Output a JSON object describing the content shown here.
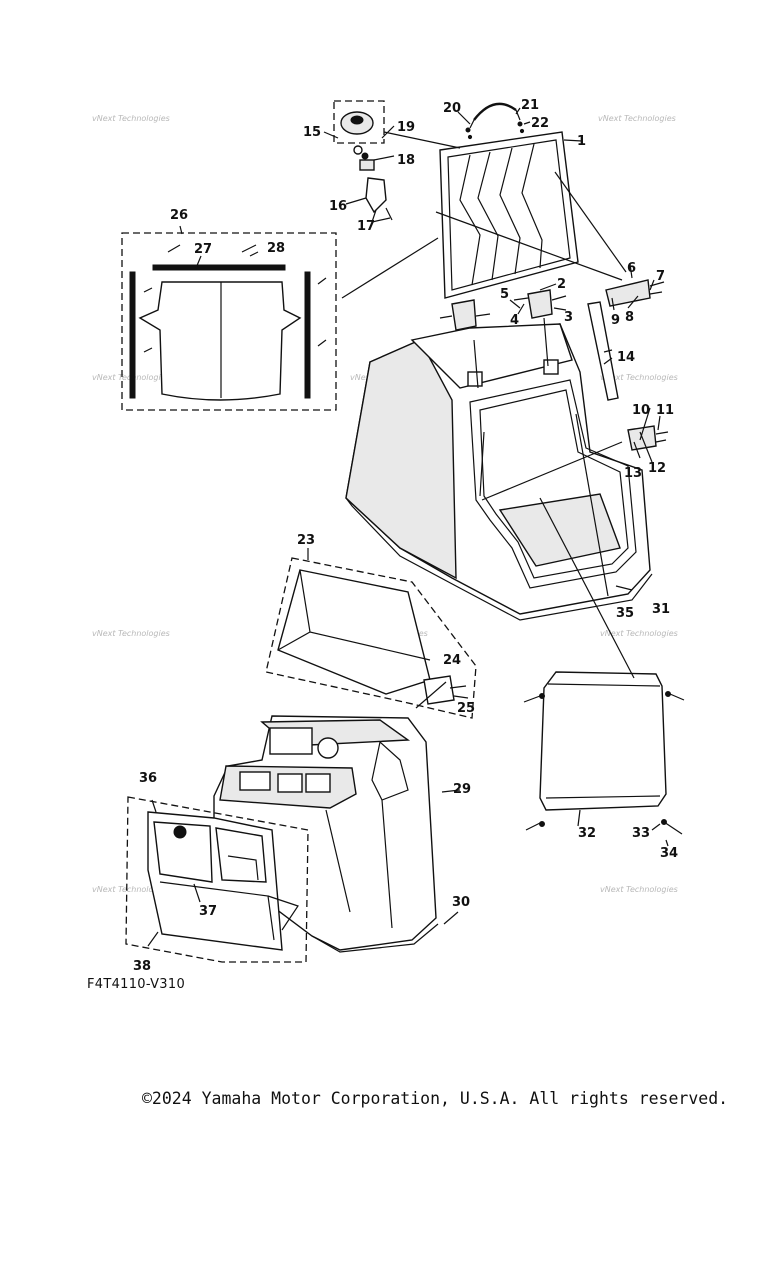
{
  "diagram": {
    "code": "F4T4110-V310",
    "copyright": "©2024 Yamaha Motor Corporation, U.S.A. All rights reserved.",
    "watermark": "vNext Technologies",
    "callouts": [
      "1",
      "2",
      "3",
      "4",
      "5",
      "6",
      "7",
      "8",
      "9",
      "10",
      "11",
      "12",
      "13",
      "14",
      "15",
      "16",
      "17",
      "18",
      "19",
      "20",
      "21",
      "22",
      "23",
      "24",
      "25",
      "26",
      "27",
      "28",
      "29",
      "30",
      "31",
      "32",
      "33",
      "34",
      "35",
      "36",
      "37",
      "38"
    ]
  }
}
